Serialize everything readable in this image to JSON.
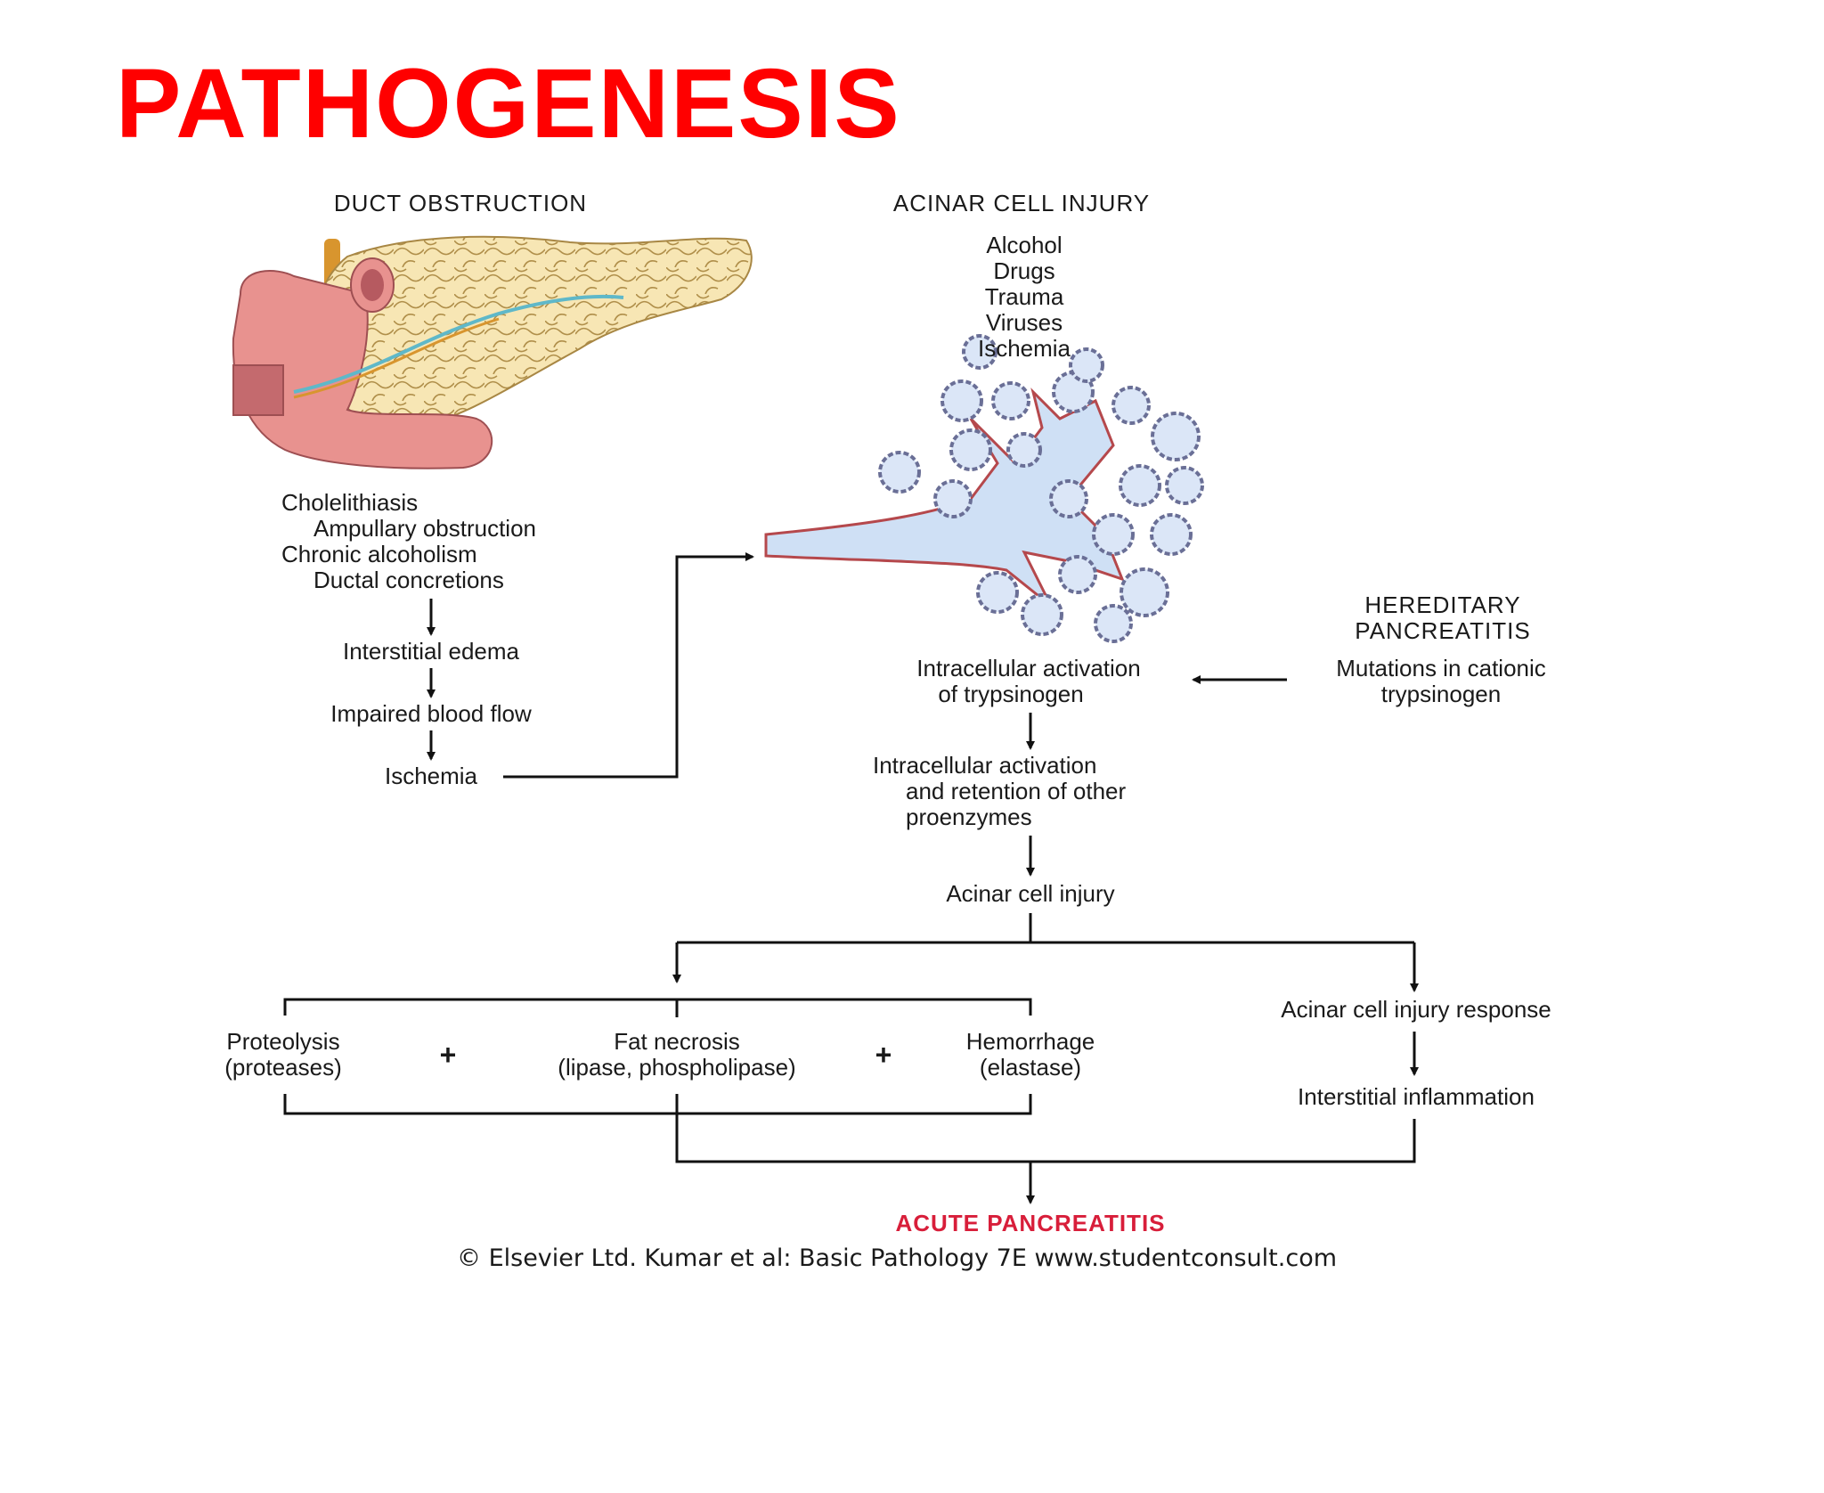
{
  "title": "PATHOGENESIS",
  "duct": {
    "header": "DUCT OBSTRUCTION",
    "causes": [
      "Cholelithiasis",
      "Ampullary obstruction",
      "Chronic alcoholism",
      "Ductal concretions"
    ],
    "chain": [
      "Interstitial edema",
      "Impaired blood flow",
      "Ischemia"
    ]
  },
  "acinar": {
    "header": "ACINAR CELL INJURY",
    "causes": [
      "Alcohol",
      "Drugs",
      "Trauma",
      "Viruses",
      "Ischemia"
    ],
    "activation": [
      "Intracellular activation",
      "of trypsinogen"
    ],
    "activation2": [
      "Intracellular activation",
      "and retention of other",
      "proenzymes"
    ],
    "injury": "Acinar cell injury"
  },
  "hereditary": {
    "header": [
      "HEREDITARY",
      "PANCREATITIS"
    ],
    "text": [
      "Mutations in cationic",
      "trypsinogen"
    ]
  },
  "effects": {
    "proteolysis": [
      "Proteolysis",
      "(proteases)"
    ],
    "fat": [
      "Fat necrosis",
      "(lipase, phospholipase)"
    ],
    "hemorrhage": [
      "Hemorrhage",
      "(elastase)"
    ],
    "plus": "+"
  },
  "response": {
    "first": "Acinar cell injury response",
    "second": "Interstitial inflammation"
  },
  "outcome": "ACUTE PANCREATITIS",
  "credit": "© Elsevier Ltd. Kumar et al: Basic Pathology 7E www.studentconsult.com"
}
